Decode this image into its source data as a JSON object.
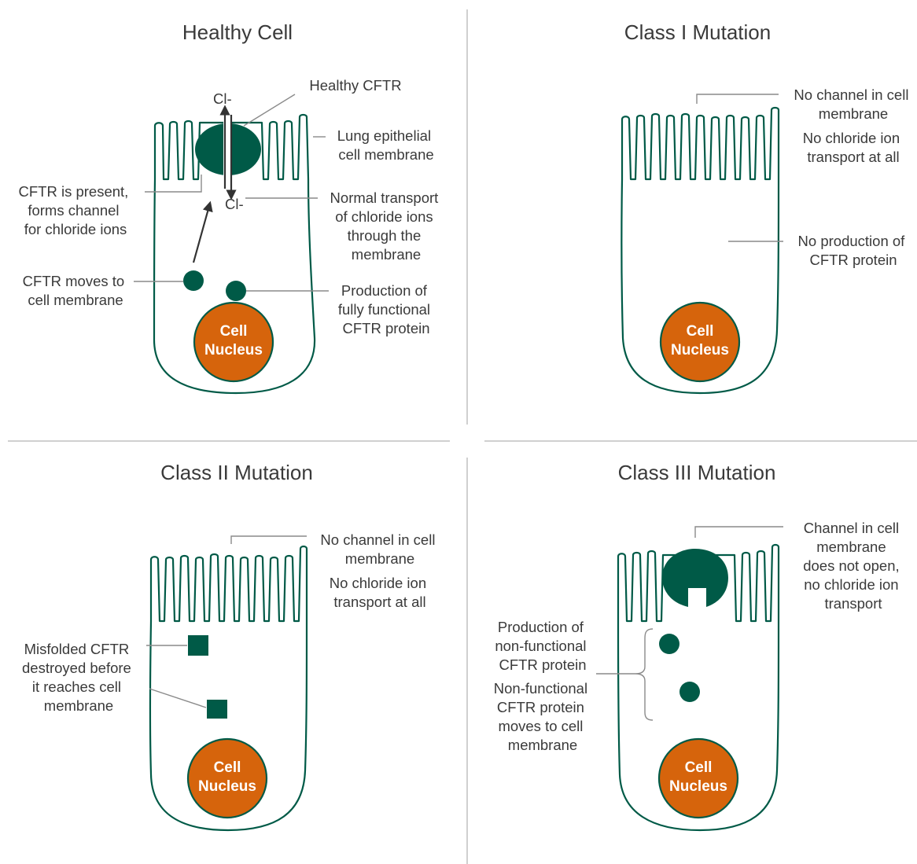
{
  "colors": {
    "cell_outline": "#005a47",
    "protein": "#005a47",
    "nucleus": "#d6640c",
    "text": "#3a3a3a",
    "leader": "#8a8a8a"
  },
  "panels": {
    "healthy": {
      "title": "Healthy Cell",
      "chloride_top": "Cl-",
      "chloride_bottom": "Cl-",
      "nucleus_line1": "Cell",
      "nucleus_line2": "Nucleus",
      "labels": {
        "healthy_cftr": "Healthy CFTR",
        "membrane": [
          "Lung epithelial",
          "cell membrane"
        ],
        "present": [
          "CFTR is present,",
          "forms channel",
          "for chloride ions"
        ],
        "transport": [
          "Normal transport",
          "of chloride ions",
          "through the",
          "membrane"
        ],
        "moves": [
          "CFTR moves to",
          "cell membrane"
        ],
        "production": [
          "Production of",
          "fully functional",
          "CFTR protein"
        ]
      }
    },
    "class1": {
      "title": "Class I Mutation",
      "nucleus_line1": "Cell",
      "nucleus_line2": "Nucleus",
      "labels": {
        "no_channel": [
          "No channel in cell",
          "membrane"
        ],
        "no_transport": [
          "No chloride ion",
          "transport at all"
        ],
        "no_production": [
          "No production of",
          "CFTR protein"
        ]
      }
    },
    "class2": {
      "title": "Class II Mutation",
      "nucleus_line1": "Cell",
      "nucleus_line2": "Nucleus",
      "labels": {
        "no_channel": [
          "No channel in cell",
          "membrane"
        ],
        "no_transport": [
          "No chloride ion",
          "transport at all"
        ],
        "misfolded": [
          "Misfolded CFTR",
          "destroyed before",
          "it reaches cell",
          "membrane"
        ]
      }
    },
    "class3": {
      "title": "Class III Mutation",
      "nucleus_line1": "Cell",
      "nucleus_line2": "Nucleus",
      "labels": {
        "channel_closed": [
          "Channel in cell",
          "membrane",
          "does not open,",
          "no chloride ion",
          "transport"
        ],
        "nonfunctional_production": [
          "Production of",
          "non-functional",
          "CFTR protein"
        ],
        "nonfunctional_moves": [
          "Non-functional",
          "CFTR protein",
          "moves to cell",
          "membrane"
        ]
      }
    }
  }
}
